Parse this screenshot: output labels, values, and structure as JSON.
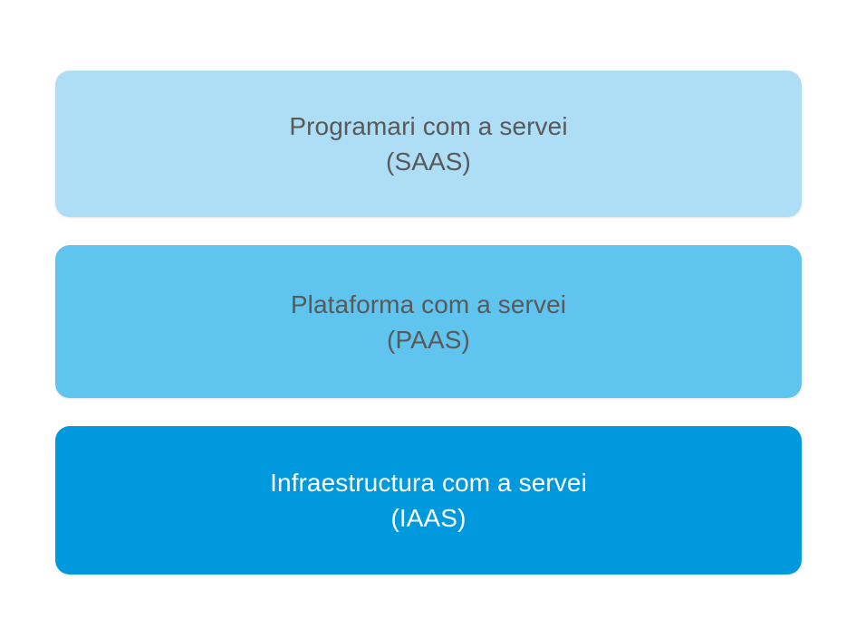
{
  "diagram": {
    "name": "cloud-service-models-stack",
    "background_color": "#ffffff",
    "layers": [
      {
        "id": "saas",
        "title": "Programari com a servei",
        "acronym": "(SAAS)",
        "fill_color": "#addef5",
        "text_color": "#595959"
      },
      {
        "id": "paas",
        "title": "Plataforma com a servei",
        "acronym": "(PAAS)",
        "fill_color": "#5fc4ee",
        "text_color": "#595959"
      },
      {
        "id": "iaas",
        "title": "Infraestructura com a servei",
        "acronym": "(IAAS)",
        "fill_color": "#0099dd",
        "text_color": "#ffffff"
      }
    ]
  }
}
